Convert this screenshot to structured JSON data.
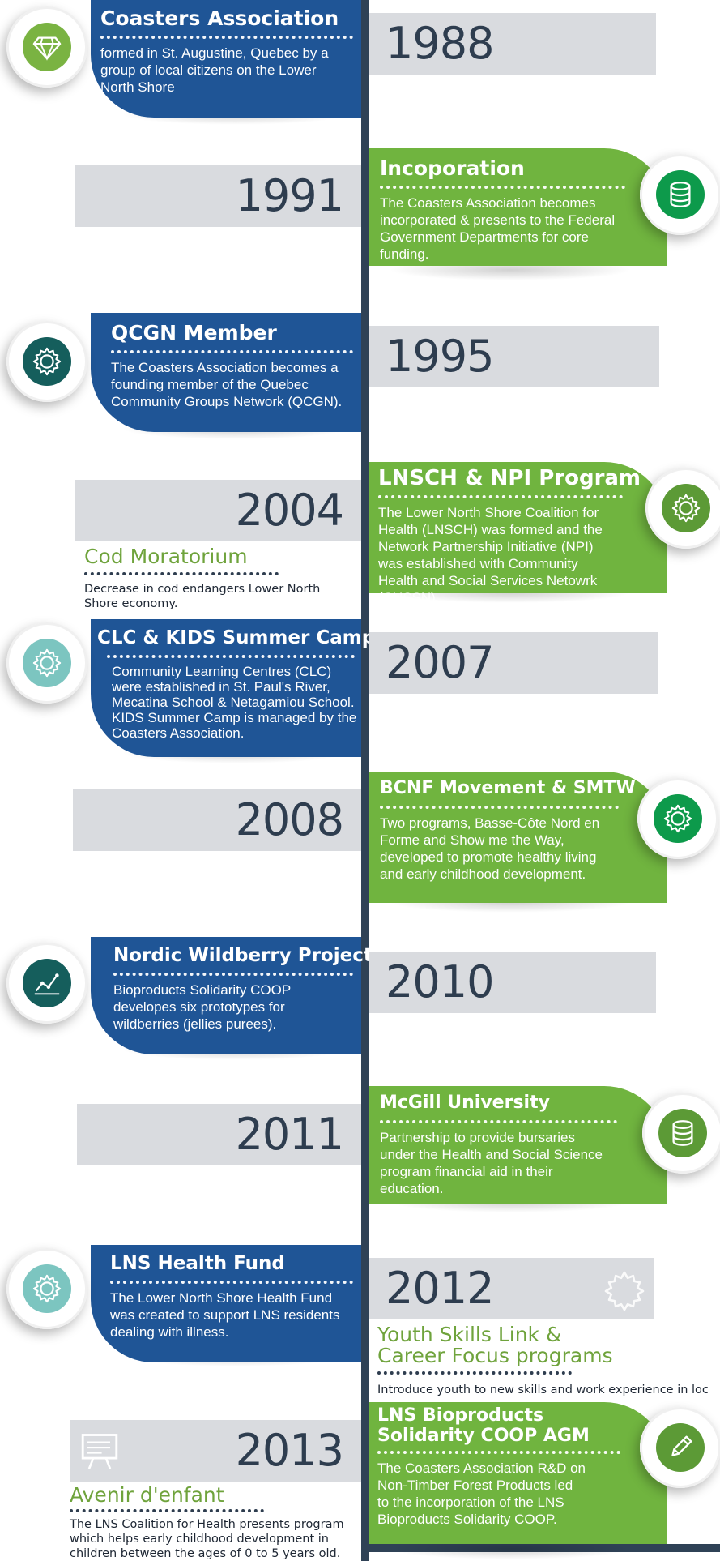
{
  "colors": {
    "blue": "#1f5596",
    "green": "#70b43f",
    "gray": "#d9dbdf",
    "dark": "#2e3d4f"
  },
  "events": [
    {
      "year": "1988",
      "title": "Coasters Association",
      "text": "formed in St. Augustine, Quebec by a group of local citizens on the Lower North Shore",
      "icon": "diamond-icon"
    },
    {
      "year": "1991",
      "title": "Incoporation",
      "text": "The Coasters Association becomes incorporated & presents to the Federal Government Departments for core funding.",
      "icon": "database-icon"
    },
    {
      "year": "1995",
      "title": "QCGN Member",
      "text": "The Coasters Association becomes a founding member of the Quebec Community Groups Network (QCGN).",
      "icon": "gear-icon"
    },
    {
      "year": "2004",
      "title": "LNSCH & NPI Program",
      "text": "The Lower North Shore Coalition for Health (LNSCH) was formed and the Network Partnership Initiative (NPI) was established with Community Health and Social Services Netowrk (CHSSN).",
      "icon": "gear-icon"
    },
    {
      "year": "2007",
      "title": "CLC & KIDS Summer Camp",
      "text": "Community Learning Centres (CLC) were established in St. Paul's River, Mecatina School & Netagamiou School. KIDS Summer Camp is managed by the Coasters Association.",
      "icon": "gear-icon"
    },
    {
      "year": "2008",
      "title": "BCNF Movement & SMTW",
      "text": "Two programs, Basse-Côte Nord en Forme and Show me the Way, developed to promote healthy living and early childhood development.",
      "icon": "gear-icon"
    },
    {
      "year": "2010",
      "title": "Nordic Wildberry Project",
      "text": "Bioproducts Solidarity COOP developes six prototypes for wildberries (jellies purees).",
      "icon": "line-chart-icon"
    },
    {
      "year": "2011",
      "title": "McGill University",
      "text": "Partnership to provide bursaries under the Health and Social Science program financial aid in their education.",
      "icon": "database-icon"
    },
    {
      "year": "2012",
      "title": "LNS Health Fund",
      "text": "The Lower North Shore Health Fund was created to support LNS residents dealing with illness.",
      "icon": "gear-icon"
    },
    {
      "year": "2013",
      "title": "LNS Bioproducts Solidarity COOP AGM",
      "text": "The Coasters Association R&D on Non-Timber Forest Products led to the incorporation of the LNS Bioproducts Solidarity COOP.",
      "icon": "pencil-icon"
    }
  ],
  "notes": [
    {
      "title": "Cod Moratorium",
      "text": "Decrease in cod endangers Lower North Shore economy."
    },
    {
      "title": "Youth Skills Link & Career Focus programs",
      "title_line1": "Youth Skills Link &",
      "title_line2": "Career Focus programs",
      "text": "Introduce youth to new skills and work experience in loc"
    },
    {
      "title": "Avenir d'enfant",
      "text": "The LNS Coalition for Health presents program which helps early childhood development in children between the ages of 0 to 5 years old."
    }
  ]
}
